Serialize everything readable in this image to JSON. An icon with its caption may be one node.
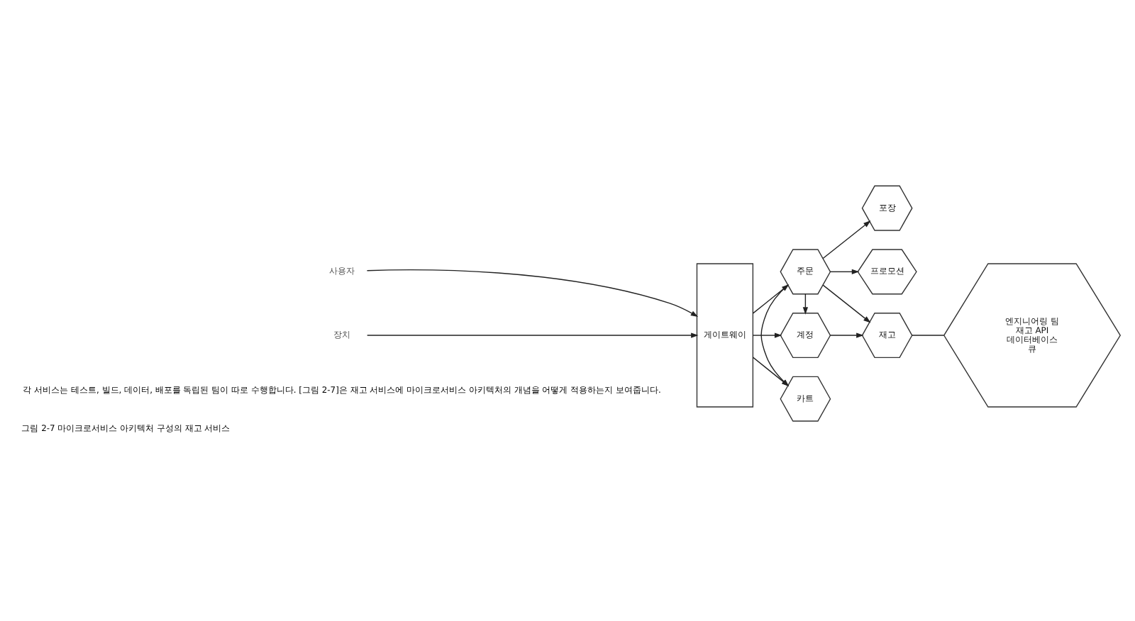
{
  "diagram": {
    "caption": "그림 2-7 마이크로서비스 아키텍처 구성의 재고 서비스",
    "nodes": [
      {
        "text": [
          "사용자"
        ]
      },
      {
        "text": [
          "장치"
        ]
      },
      {
        "text": [
          "게이트웨이"
        ]
      },
      {
        "text": [
          "카트"
        ]
      },
      {
        "text": [
          "주문"
        ]
      },
      {
        "text": [
          "계정"
        ]
      },
      {
        "text": [
          "포장"
        ]
      },
      {
        "text": [
          "재고"
        ]
      },
      {
        "text": [
          "프로모션"
        ]
      },
      {
        "text": [
          "엔지니어링 팀",
          "재고 API",
          "데이터베이스",
          "큐"
        ]
      }
    ],
    "edges": [
      {
        "from": 0,
        "to": 2,
        "arrow": "to"
      },
      {
        "from": 1,
        "to": 2,
        "arrow": "to"
      },
      {
        "from": 2,
        "to": 3,
        "arrow": "to"
      },
      {
        "from": 2,
        "to": 4,
        "arrow": "to"
      },
      {
        "from": 2,
        "to": 5,
        "arrow": "to"
      },
      {
        "from": 4,
        "to": 3,
        "arrow": "to"
      },
      {
        "from": 4,
        "to": 5,
        "arrow": "to"
      },
      {
        "from": 4,
        "to": 6,
        "arrow": "to"
      },
      {
        "from": 4,
        "to": 7,
        "arrow": "to"
      },
      {
        "from": 4,
        "to": 8,
        "arrow": "to"
      },
      {
        "from": 5,
        "to": 7,
        "arrow": "to"
      },
      {
        "from": 7,
        "to": 9,
        "arrow": "none"
      }
    ],
    "labels": [
      "각 서비스는 테스트, 빌드, 데이터, 배포를 독립된 팀이 따로 수행합니다. [그림 2-7]은 재고 서비스에 마이크로서비스 아키텍처의 개념을 어떻게 적용하는지 보여줍니다."
    ]
  }
}
